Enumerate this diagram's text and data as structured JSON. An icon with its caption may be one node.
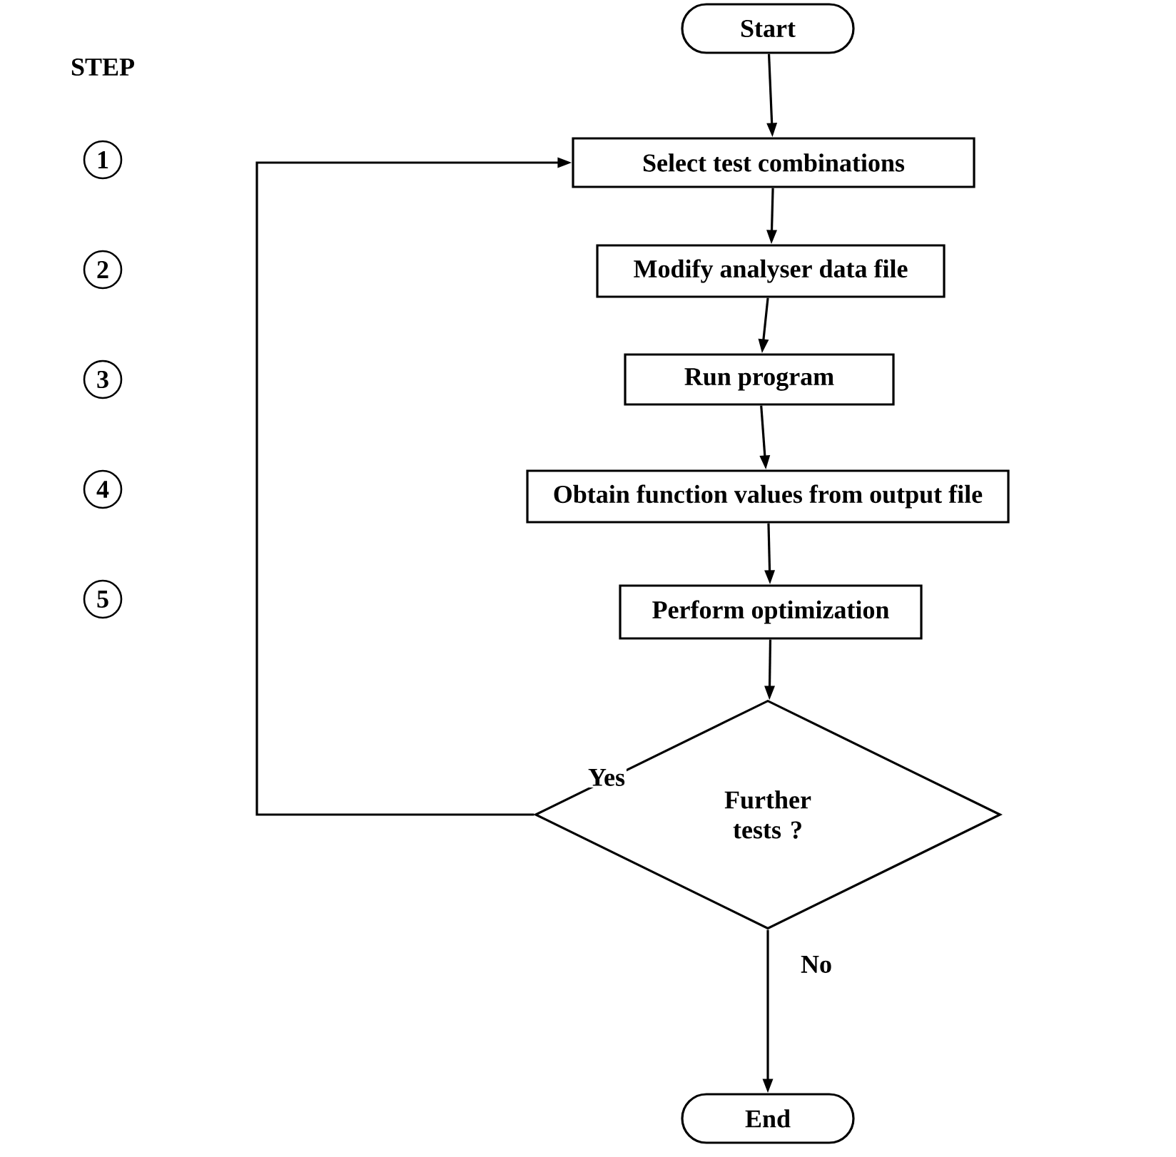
{
  "diagram": {
    "nodes": [
      {
        "text": [
          "Start"
        ]
      },
      {
        "text": [
          "Select test combinations"
        ]
      },
      {
        "text": [
          "Modify analyser data file"
        ]
      },
      {
        "text": [
          "Run program"
        ]
      },
      {
        "text": [
          "Obtain function values from output file"
        ]
      },
      {
        "text": [
          "Perform optimization"
        ]
      },
      {
        "text": [
          "Further tests ?"
        ]
      },
      {
        "text": [
          "End"
        ]
      }
    ],
    "edges": [
      {
        "from": 0,
        "to": 1,
        "arrow": "to"
      },
      {
        "from": 1,
        "to": 2,
        "arrow": "to"
      },
      {
        "from": 2,
        "to": 3,
        "arrow": "to"
      },
      {
        "from": 3,
        "to": 4,
        "arrow": "to"
      },
      {
        "from": 4,
        "to": 5,
        "arrow": "to"
      },
      {
        "from": 5,
        "to": 6,
        "arrow": "to"
      },
      {
        "from": 6,
        "to": 1,
        "label": "Yes",
        "arrow": "to"
      },
      {
        "from": 6,
        "to": 7,
        "label": "No",
        "arrow": "to"
      }
    ],
    "labels": [
      "STEP",
      "1",
      "2",
      "3",
      "4",
      "5"
    ]
  }
}
